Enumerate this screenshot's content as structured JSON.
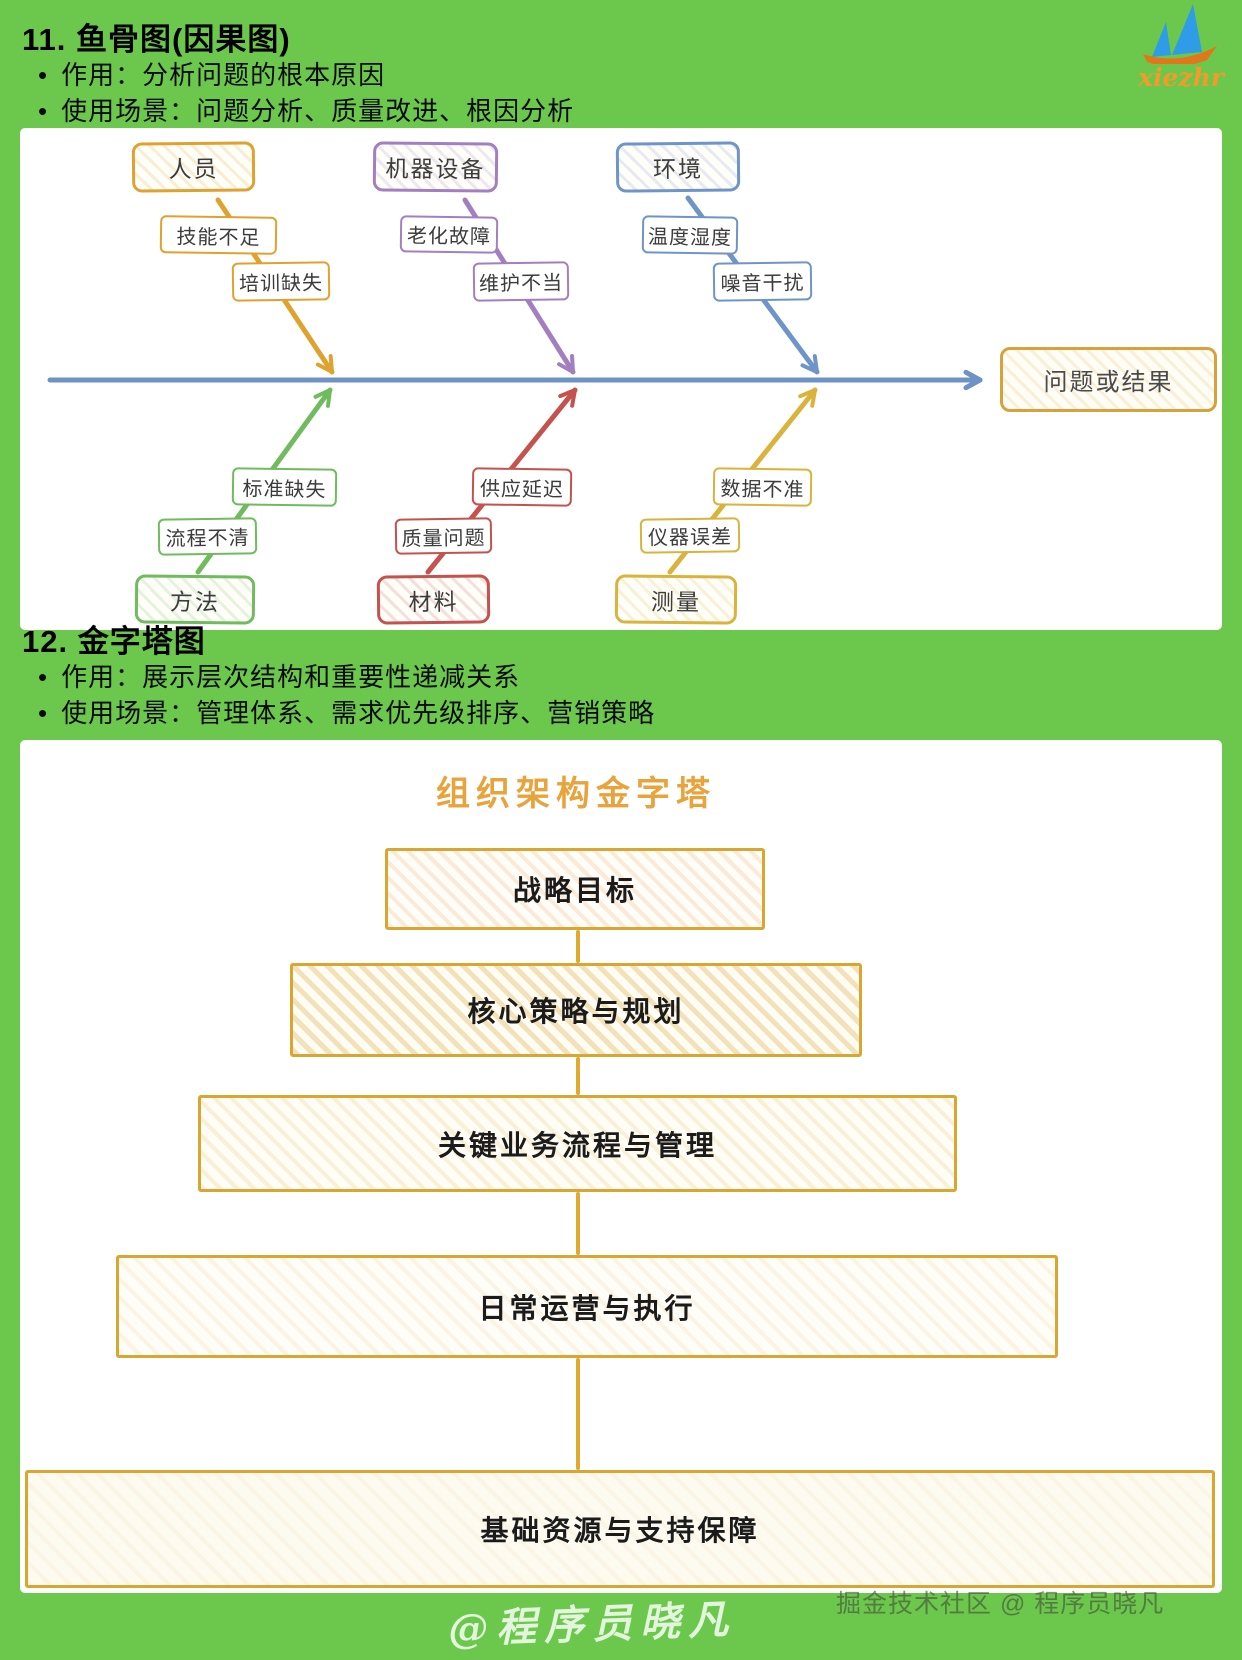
{
  "page": {
    "background_color": "#6cc84c",
    "watermark_center": "@程序员晓凡",
    "watermark_right": "掘金技术社区 @ 程序员晓凡",
    "logo": {
      "text": "xiezhr",
      "icon": "sailboat-icon",
      "text_color": "#f29b2b",
      "sail_color": "#2f9ce8",
      "hull_color": "#e2761b"
    }
  },
  "section_fishbone": {
    "heading": "11. 鱼骨图(因果图)",
    "bullets": [
      "作用：分析问题的根本原因",
      "使用场景：问题分析、质量改进、根因分析"
    ],
    "diagram": {
      "type": "fishbone",
      "spine_color": "#6e92c5",
      "effect": {
        "label": "问题或结果",
        "color": "#d7a23a"
      },
      "branches": [
        {
          "label": "人员",
          "side": "top",
          "color": "#dfa22e",
          "causes": [
            "技能不足",
            "培训缺失"
          ]
        },
        {
          "label": "机器设备",
          "side": "top",
          "color": "#a27fc0",
          "causes": [
            "老化故障",
            "维护不当"
          ]
        },
        {
          "label": "环境",
          "side": "top",
          "color": "#6f95c8",
          "causes": [
            "温度湿度",
            "噪音干扰"
          ]
        },
        {
          "label": "方法",
          "side": "bottom",
          "color": "#6fbb5e",
          "causes": [
            "标准缺失",
            "流程不清"
          ]
        },
        {
          "label": "材料",
          "side": "bottom",
          "color": "#c4524e",
          "causes": [
            "供应延迟",
            "质量问题"
          ]
        },
        {
          "label": "测量",
          "side": "bottom",
          "color": "#d9b33c",
          "causes": [
            "数据不准",
            "仪器误差"
          ]
        }
      ]
    }
  },
  "section_pyramid": {
    "heading": "12. 金字塔图",
    "bullets": [
      "作用：展示层次结构和重要性递减关系",
      "使用场景：管理体系、需求优先级排序、营销策略"
    ],
    "diagram": {
      "type": "pyramid",
      "title": "组织架构金字塔",
      "title_color": "#e8a33c",
      "border_color": "#d8a732",
      "levels": [
        "战略目标",
        "核心策略与规划",
        "关键业务流程与管理",
        "日常运营与执行",
        "基础资源与支持保障"
      ]
    }
  }
}
